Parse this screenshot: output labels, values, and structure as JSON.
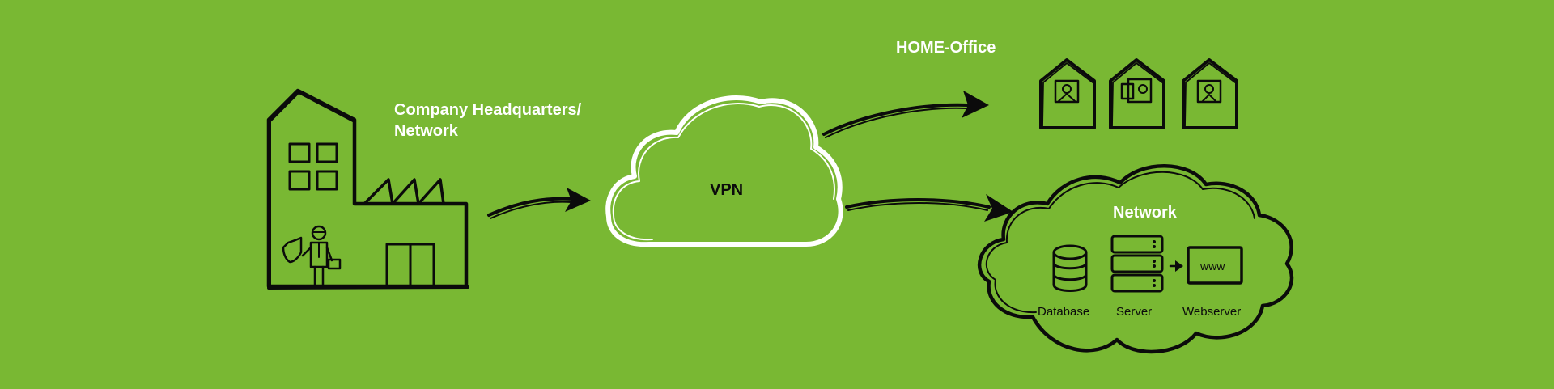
{
  "colors": {
    "background": "#79b833",
    "ink": "#0b0b0b",
    "label": "#ffffff"
  },
  "labels": {
    "headquarters_line1": "Company Headquarters/",
    "headquarters_line2": "Network",
    "vpn": "VPN",
    "home_office": "HOME-Office",
    "network": "Network",
    "database": "Database",
    "server": "Server",
    "webserver": "Webserver",
    "www": "www"
  },
  "icons": {
    "headquarters": "factory-building-icon",
    "person": "businessman-with-shield-and-briefcase-icon",
    "vpn": "cloud-icon",
    "home_offices": [
      "house-person-icon",
      "house-person-icon",
      "house-person-icon"
    ],
    "database": "database-stack-icon",
    "server": "server-rack-icon",
    "webserver": "browser-window-icon"
  }
}
